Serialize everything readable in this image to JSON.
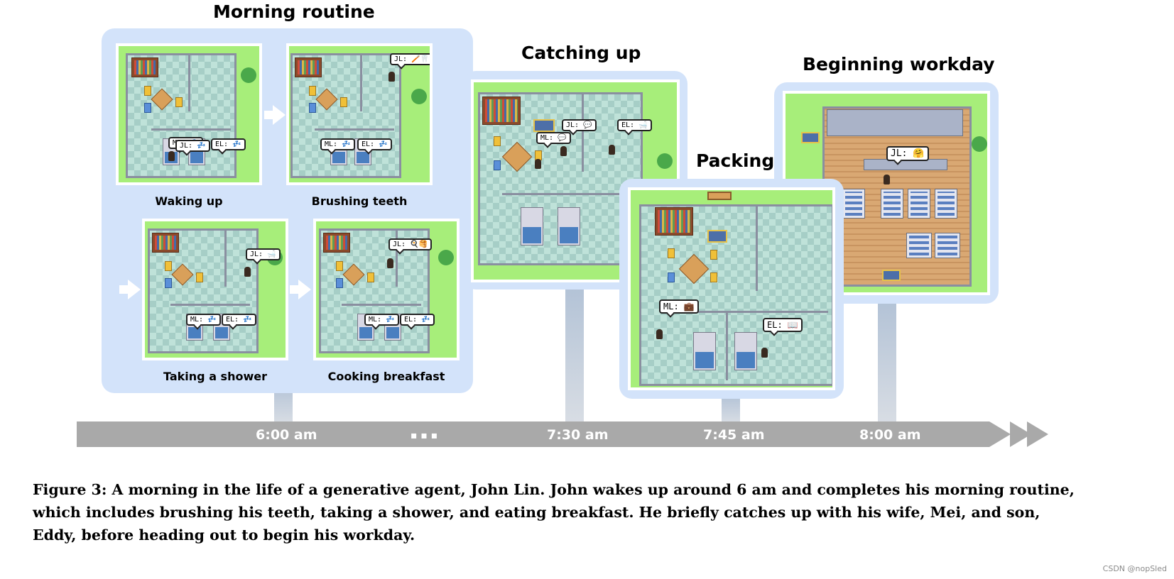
{
  "sections": {
    "morning": {
      "title": "Morning routine",
      "scenes": [
        {
          "label": "Waking up",
          "bubbles": [
            "ML: 💤",
            "JL: 💤",
            "EL: 💤"
          ]
        },
        {
          "label": "Brushing teeth",
          "bubbles": [
            "JL: 🪥🦷",
            "ML: 💤",
            "EL: 💤"
          ]
        },
        {
          "label": "Taking a shower",
          "bubbles": [
            "JL: 🛁",
            "ML: 💤",
            "EL: 💤"
          ]
        },
        {
          "label": "Cooking breakfast",
          "bubbles": [
            "JL: 🍳🥞",
            "ML: 💤",
            "EL: 💤"
          ]
        }
      ]
    },
    "catching": {
      "title": "Catching up",
      "bubbles": [
        "JL: 💬",
        "ML: 💬",
        "EL: 🛁"
      ]
    },
    "packing": {
      "title": "Packing",
      "bubbles": [
        "ML: 💼",
        "EL: 📖"
      ]
    },
    "workday": {
      "title": "Beginning workday",
      "bubbles": [
        "JL: 🤗"
      ]
    }
  },
  "timeline": {
    "t1": "6:00 am",
    "ellipsis": "▪ ▪ ▪",
    "t2": "7:30 am",
    "t3": "7:45 am",
    "t4": "8:00 am"
  },
  "caption": "Figure 3: A morning in the life of a generative agent, John Lin. John wakes up around 6 am and completes his morning routine, which includes brushing his teeth, taking a shower, and eating breakfast. He briefly catches up with his wife, Mei, and son, Eddy, before heading out to begin his workday.",
  "watermark": "CSDN @nopSled",
  "colors": {
    "panel": "#d3e3fa",
    "timeline": "#a9a9a9",
    "grass": "#a7ee7a"
  }
}
